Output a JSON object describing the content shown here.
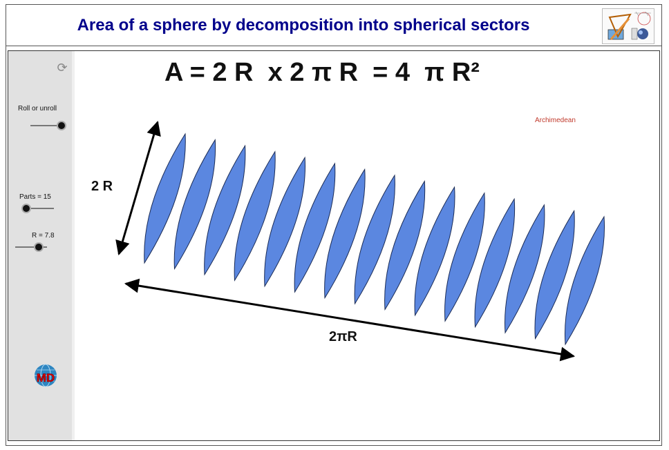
{
  "header": {
    "title": "Area of a sphere by decomposition into spherical sectors"
  },
  "formula": "A = 2 R  x 2 π R  = 4  π R²",
  "controls": {
    "roll": {
      "label": "Roll or unroll",
      "value": 1.0
    },
    "parts": {
      "label": "Parts = 15",
      "value": 15,
      "min": 15,
      "max": 60
    },
    "radius": {
      "label": "R = 7.8",
      "value": 7.8
    }
  },
  "labels": {
    "height": "2 R",
    "width": "2πR",
    "red_tag": "Archimedean"
  },
  "md_logo": "MD",
  "colors": {
    "title": "#00008b",
    "gore_fill": "#5b87e0",
    "gore_stroke": "#1a2b55"
  }
}
